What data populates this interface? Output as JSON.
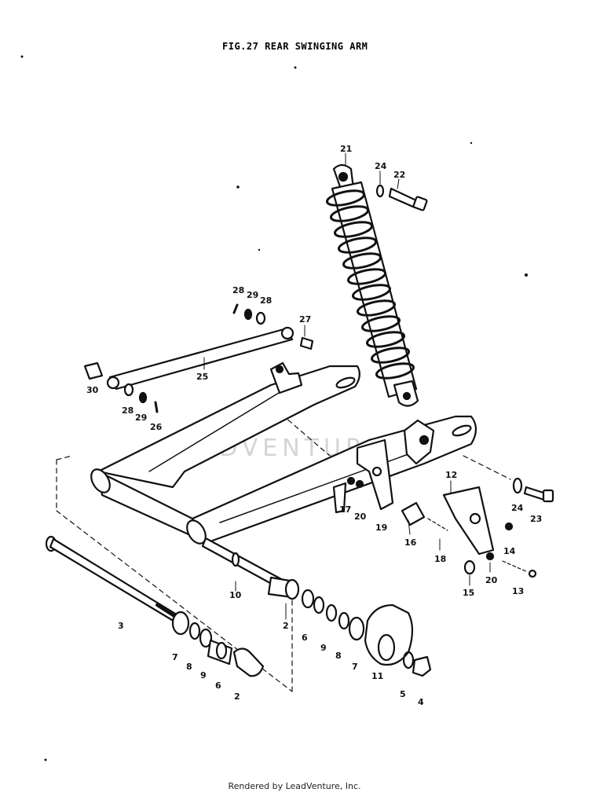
{
  "figure": {
    "title": "FIG.27  REAR SWINGING ARM"
  },
  "watermark": "LEADVENTURE",
  "footer": {
    "text": "Rendered by LeadVenture, Inc."
  },
  "callouts": [
    "21",
    "24",
    "22",
    "28",
    "29",
    "28",
    "27",
    "25",
    "30",
    "28",
    "29",
    "26",
    "12",
    "17",
    "20",
    "19",
    "16",
    "18",
    "14",
    "24",
    "23",
    "20",
    "15",
    "13",
    "10",
    "3",
    "2",
    "6",
    "9",
    "8",
    "7",
    "11",
    "5",
    "4",
    "7",
    "8",
    "9",
    "6",
    "2"
  ],
  "colors": {
    "ink": "#111111",
    "paper": "#ffffff",
    "watermark": "#d4d4d4"
  }
}
